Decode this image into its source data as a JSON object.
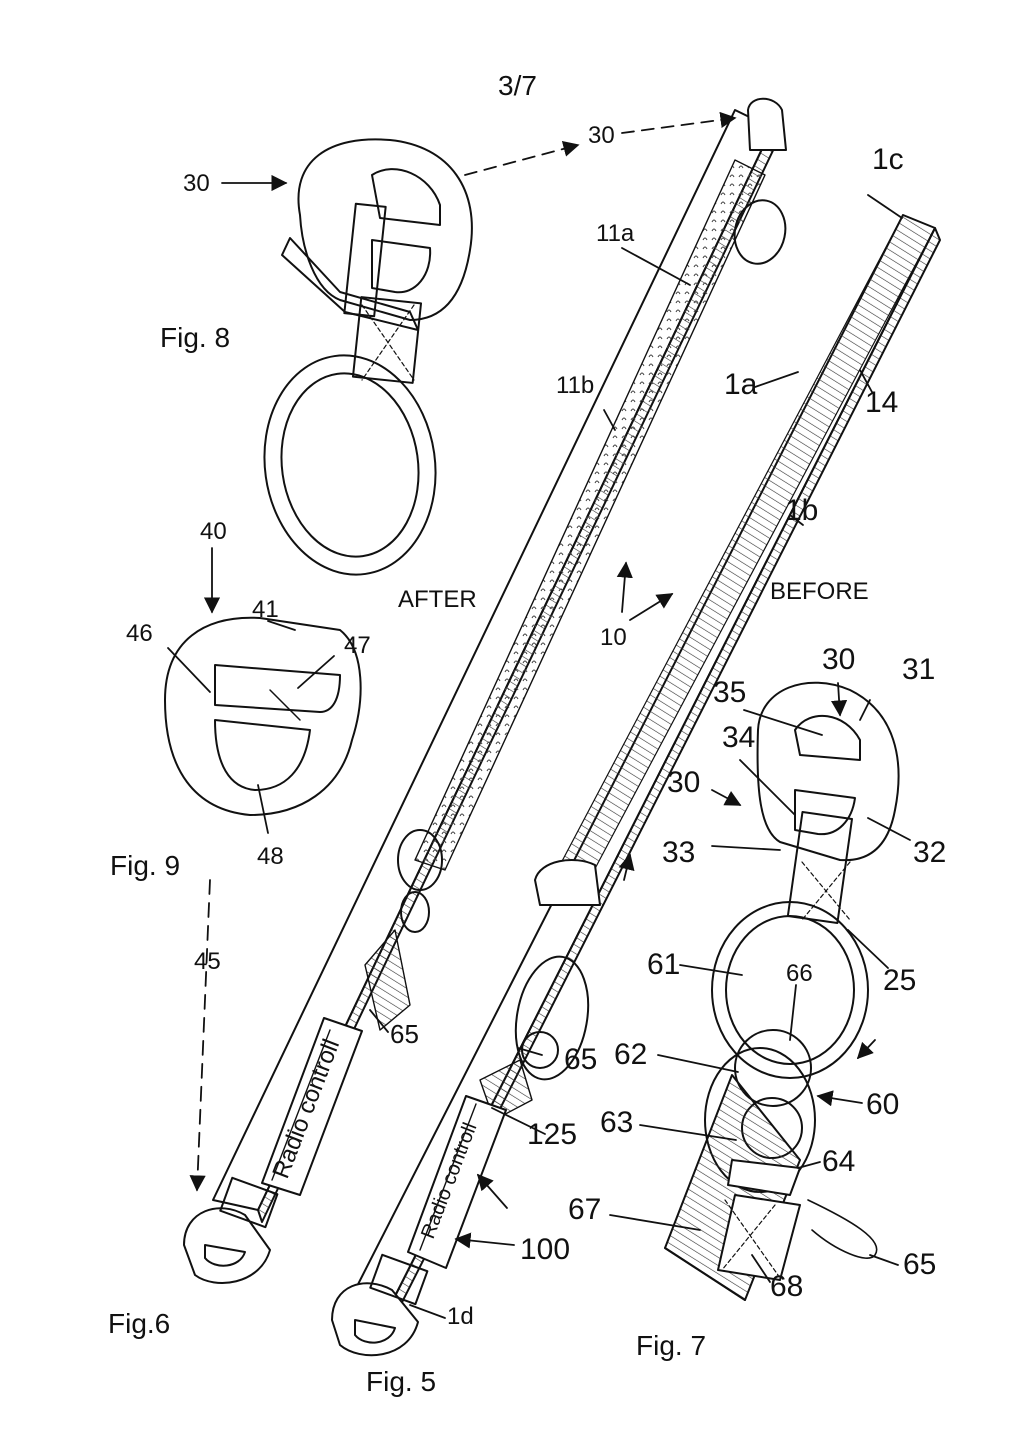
{
  "sheet_number": "3/7",
  "figures": {
    "fig5": "Fig. 5",
    "fig6": "Fig.6",
    "fig7": "Fig. 7",
    "fig8": "Fig. 8",
    "fig9": "Fig. 9"
  },
  "state_labels": {
    "after": "AFTER",
    "before": "BEFORE"
  },
  "device_text": {
    "left": "Radio controll",
    "right": "Radio controll"
  },
  "refs": {
    "r30_fig8": "30",
    "r30_top": "30",
    "r1c": "1c",
    "r11a": "11a",
    "r11b": "11b",
    "r1a": "1a",
    "r14": "14",
    "r1b": "1b",
    "r10": "10",
    "r40": "40",
    "r41": "41",
    "r46": "46",
    "r47": "47",
    "r48": "48",
    "r45": "45",
    "r30_fig7a": "30",
    "r31": "31",
    "r35": "35",
    "r34": "34",
    "r30_fig7b": "30",
    "r33": "33",
    "r32": "32",
    "r61": "61",
    "r66": "66",
    "r25": "25",
    "r62": "62",
    "r60": "60",
    "r63": "63",
    "r64": "64",
    "r67": "67",
    "r65_fig7": "65",
    "r68": "68",
    "r65_left": "65",
    "r65_right": "65",
    "r125": "125",
    "r100": "100",
    "r1d": "1d"
  }
}
